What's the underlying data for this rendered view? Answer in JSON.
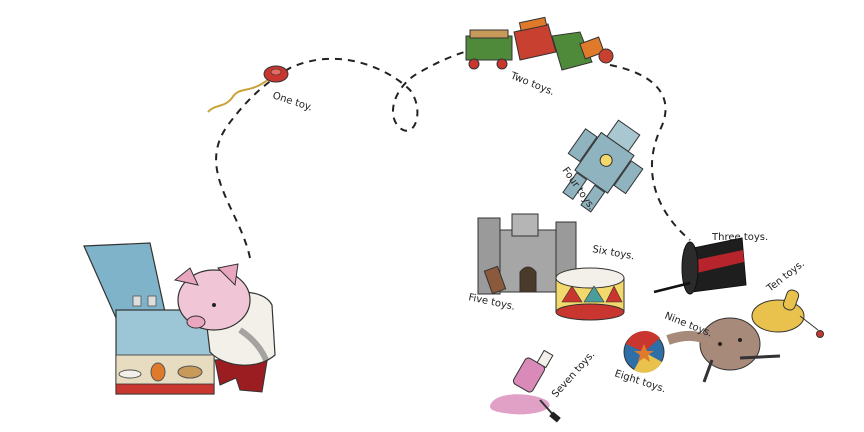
{
  "labels": {
    "one": "One toy.",
    "two": "Two toys.",
    "three": "Three toys.",
    "four": "Four toys.",
    "five": "Five toys.",
    "six": "Six toys.",
    "seven": "Seven toys.",
    "eight": "Eight toys.",
    "nine": "Nine toys.",
    "ten": "Ten toys."
  },
  "colors": {
    "ink": "#222222",
    "toybox_blue": "#7fb3c9",
    "train_green": "#4f8a3a",
    "train_red": "#c8402f",
    "train_orange": "#e07a2b",
    "robot_blue": "#8fb3bf",
    "hat_black": "#1e1e1e",
    "hat_band": "#b8242b",
    "drum_yellow": "#f3d96b",
    "drum_red": "#c8362f",
    "drum_teal": "#4a9d9a",
    "castle_grey": "#9a9a9a",
    "rattle_yellow": "#e9c24e",
    "polish_pink": "#d98ab8",
    "ball_red": "#c8362f",
    "ball_blue": "#2e6fa7",
    "pig_pink": "#f0c6d6",
    "pig_pants": "#9b1d22"
  }
}
